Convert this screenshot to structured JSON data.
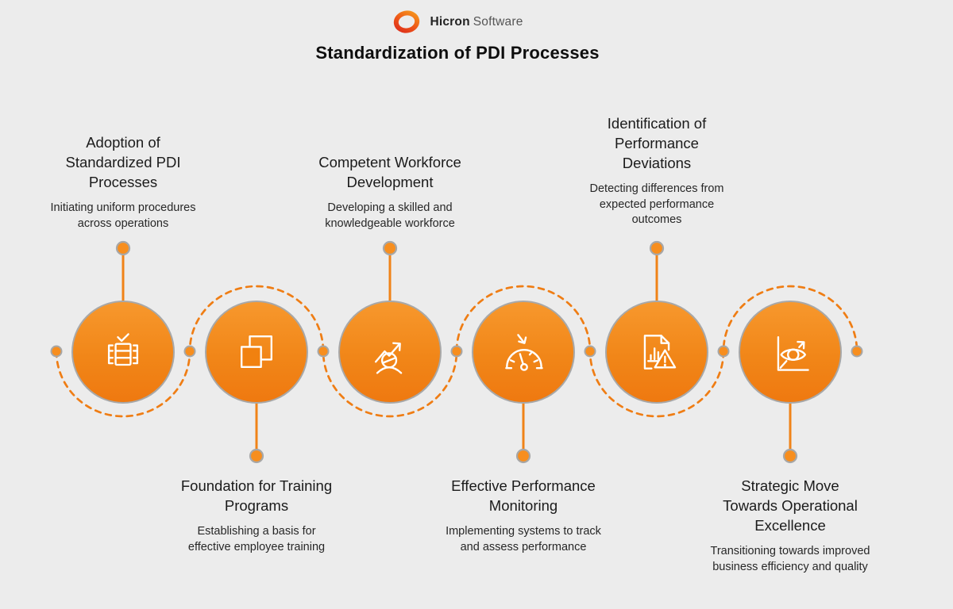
{
  "header": {
    "logo": {
      "brand": "Hicron",
      "brand_suffix": "Software"
    },
    "title": "Standardization of PDI Processes"
  },
  "items": [
    {
      "title": "Adoption of\nStandardized PDI\nProcesses",
      "description": "Initiating uniform procedures\nacross operations",
      "icon": "server-stack-check-icon",
      "text_position": "above"
    },
    {
      "title": "Foundation for Training\nPrograms",
      "description": "Establishing a basis for\neffective employee training",
      "icon": "overlapping-squares-icon",
      "text_position": "below"
    },
    {
      "title": "Competent Workforce\nDevelopment",
      "description": "Developing a skilled and\nknowledgeable workforce",
      "icon": "person-growth-arrow-icon",
      "text_position": "above"
    },
    {
      "title": "Effective Performance\nMonitoring",
      "description": "Implementing systems to track\nand assess performance",
      "icon": "gauge-arrow-icon",
      "text_position": "below"
    },
    {
      "title": "Identification of\nPerformance\nDeviations",
      "description": "Detecting differences from\nexpected performance\noutcomes",
      "icon": "document-alert-icon",
      "text_position": "above"
    },
    {
      "title": "Strategic Move\nTowards Operational\nExcellence",
      "description": "Transitioning towards improved\nbusiness efficiency and quality",
      "icon": "eye-growth-chart-icon",
      "text_position": "below"
    }
  ],
  "colors": {
    "background": "#ECECEC",
    "accent_orange": "#EF7D14",
    "circle_gradient_top": "#F7982D",
    "circle_gradient_bottom": "#EF7910",
    "dot_fill": "#F78E1E",
    "gray_border": "#A8A8A8",
    "logo_gradient_start": "#DC2F1C",
    "logo_gradient_end": "#F6991D"
  }
}
